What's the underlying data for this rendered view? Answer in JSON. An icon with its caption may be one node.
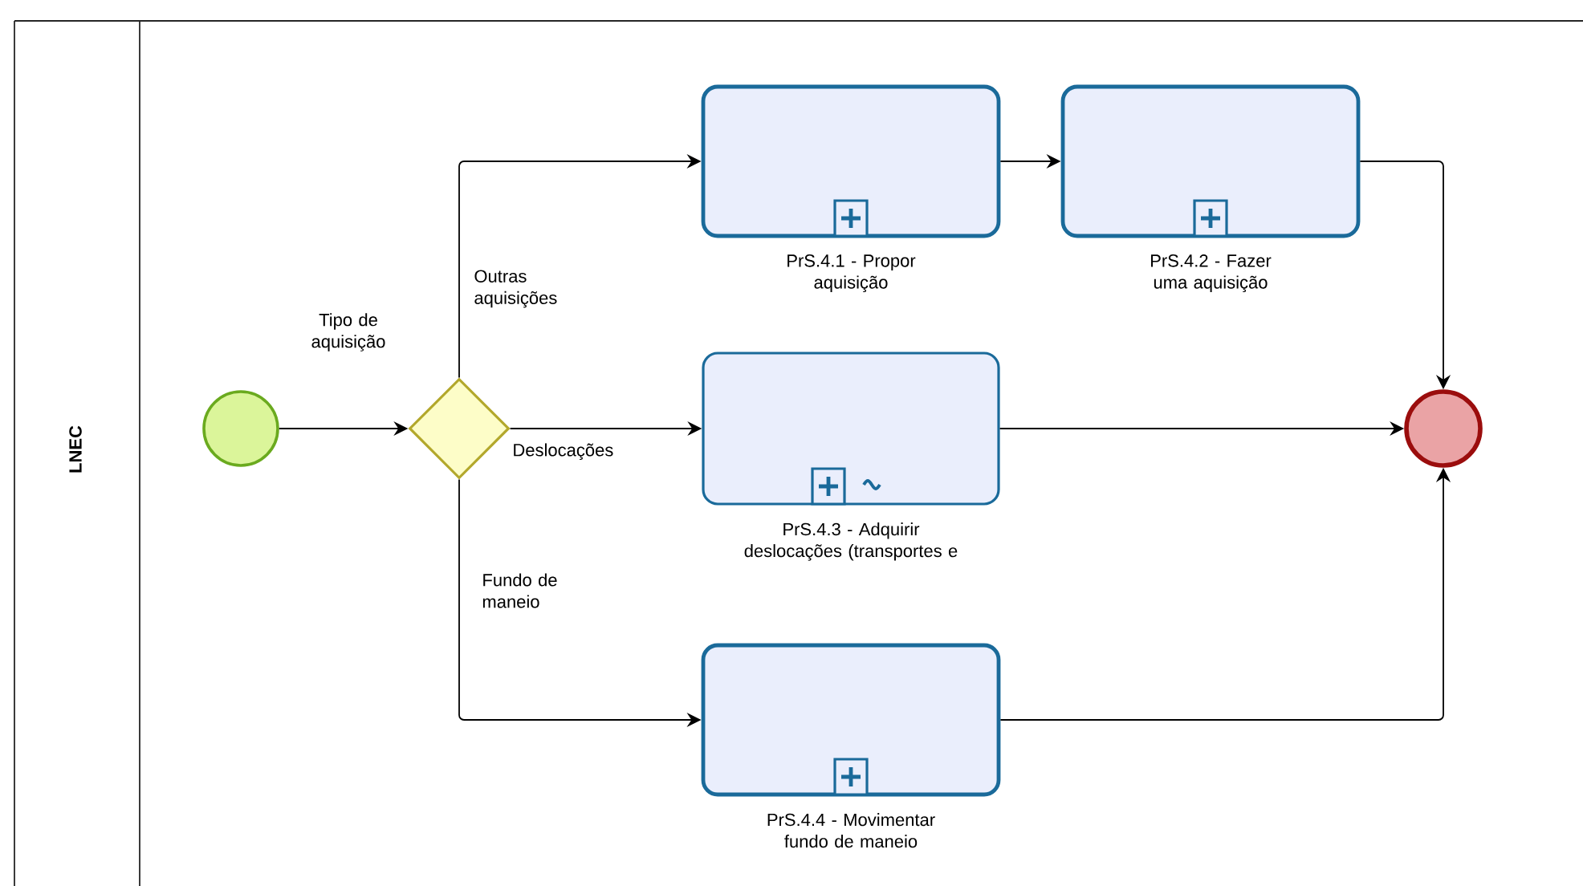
{
  "diagram": {
    "nodes": [
      {
        "text": [
          "LNEC"
        ]
      },
      {
        "text": [],
        "shape": "circle",
        "in": 0
      },
      {
        "text": [
          "Tipo de aquisição"
        ],
        "in": 0
      },
      {
        "text": [
          "PrS.4.1 - Propor aquisição"
        ],
        "in": 0
      },
      {
        "text": [
          "PrS.4.2 - Fazer uma aquisição"
        ],
        "in": 0
      },
      {
        "text": [
          "PrS.4.3 - Adquirir deslocações (transportes e"
        ],
        "in": 0
      },
      {
        "text": [
          "PrS.4.4 - Movimentar fundo de maneio"
        ],
        "in": 0
      },
      {
        "text": [],
        "shape": "circle",
        "in": 0
      }
    ],
    "edges": [
      {
        "from": 1,
        "to": 2,
        "arrow": "to"
      },
      {
        "from": 2,
        "to": 3,
        "arrow": "to",
        "label": "Outras aquisições"
      },
      {
        "from": 2,
        "to": 5,
        "arrow": "to",
        "label": "Deslocações"
      },
      {
        "from": 2,
        "to": 6,
        "arrow": "to",
        "label": "Fundo de maneio"
      },
      {
        "from": 3,
        "to": 4,
        "arrow": "to"
      },
      {
        "from": 4,
        "to": 7,
        "arrow": "to"
      },
      {
        "from": 5,
        "to": 7,
        "arrow": "to"
      },
      {
        "from": 6,
        "to": 7,
        "arrow": "to"
      }
    ]
  }
}
